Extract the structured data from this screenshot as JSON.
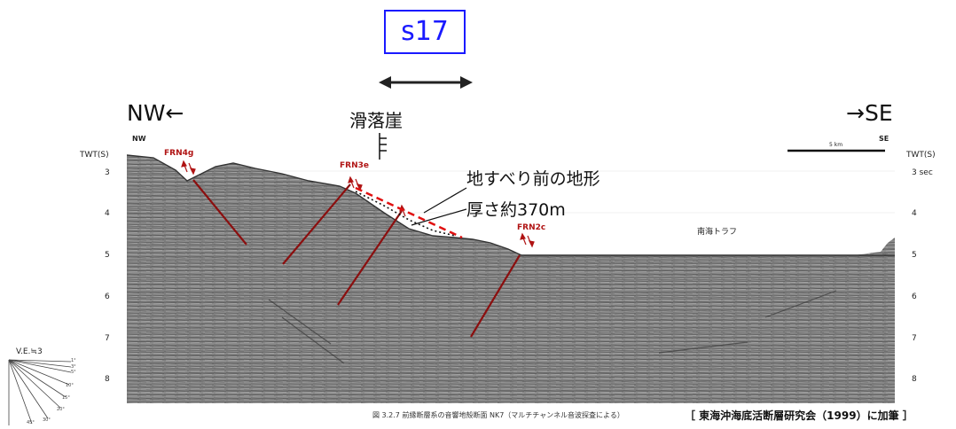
{
  "header": {
    "segment_label": "s17",
    "left_direction": "NW←",
    "right_direction": "→SE",
    "scarp_label": "滑落崖"
  },
  "annotation": {
    "line1": "地すべり前の地形",
    "line2": "厚さ約370m"
  },
  "section": {
    "corner_left": "NW",
    "corner_right": "SE",
    "scale_label": "5 km",
    "axis_title_left": "TWT(S)",
    "axis_title_right": "TWT(S)",
    "left_ticks": [
      "3",
      "4",
      "5",
      "6",
      "7",
      "8"
    ],
    "right_ticks": [
      "3 sec",
      "4",
      "5",
      "6",
      "7",
      "8"
    ],
    "trough_label": "南海トラフ",
    "faults": [
      "FRN4g",
      "FRN3e",
      "FRN2c"
    ],
    "colors": {
      "fault": "#8b0f0f",
      "fault_label": "#b01414",
      "dashed_surface": "#e01010"
    }
  },
  "legend": {
    "ve_label": "V.E.≒3",
    "angles": [
      "1°",
      "3°",
      "5°",
      "10°",
      "15°",
      "20°",
      "30°",
      "45°"
    ]
  },
  "footer": {
    "caption": "図 3.2.7 前縁断層系の音響地殻断面 NK7（マルチチャンネル音波探査による）",
    "credit": "［ 東海沖海底活断層研究会（1999）に加筆 ］"
  }
}
